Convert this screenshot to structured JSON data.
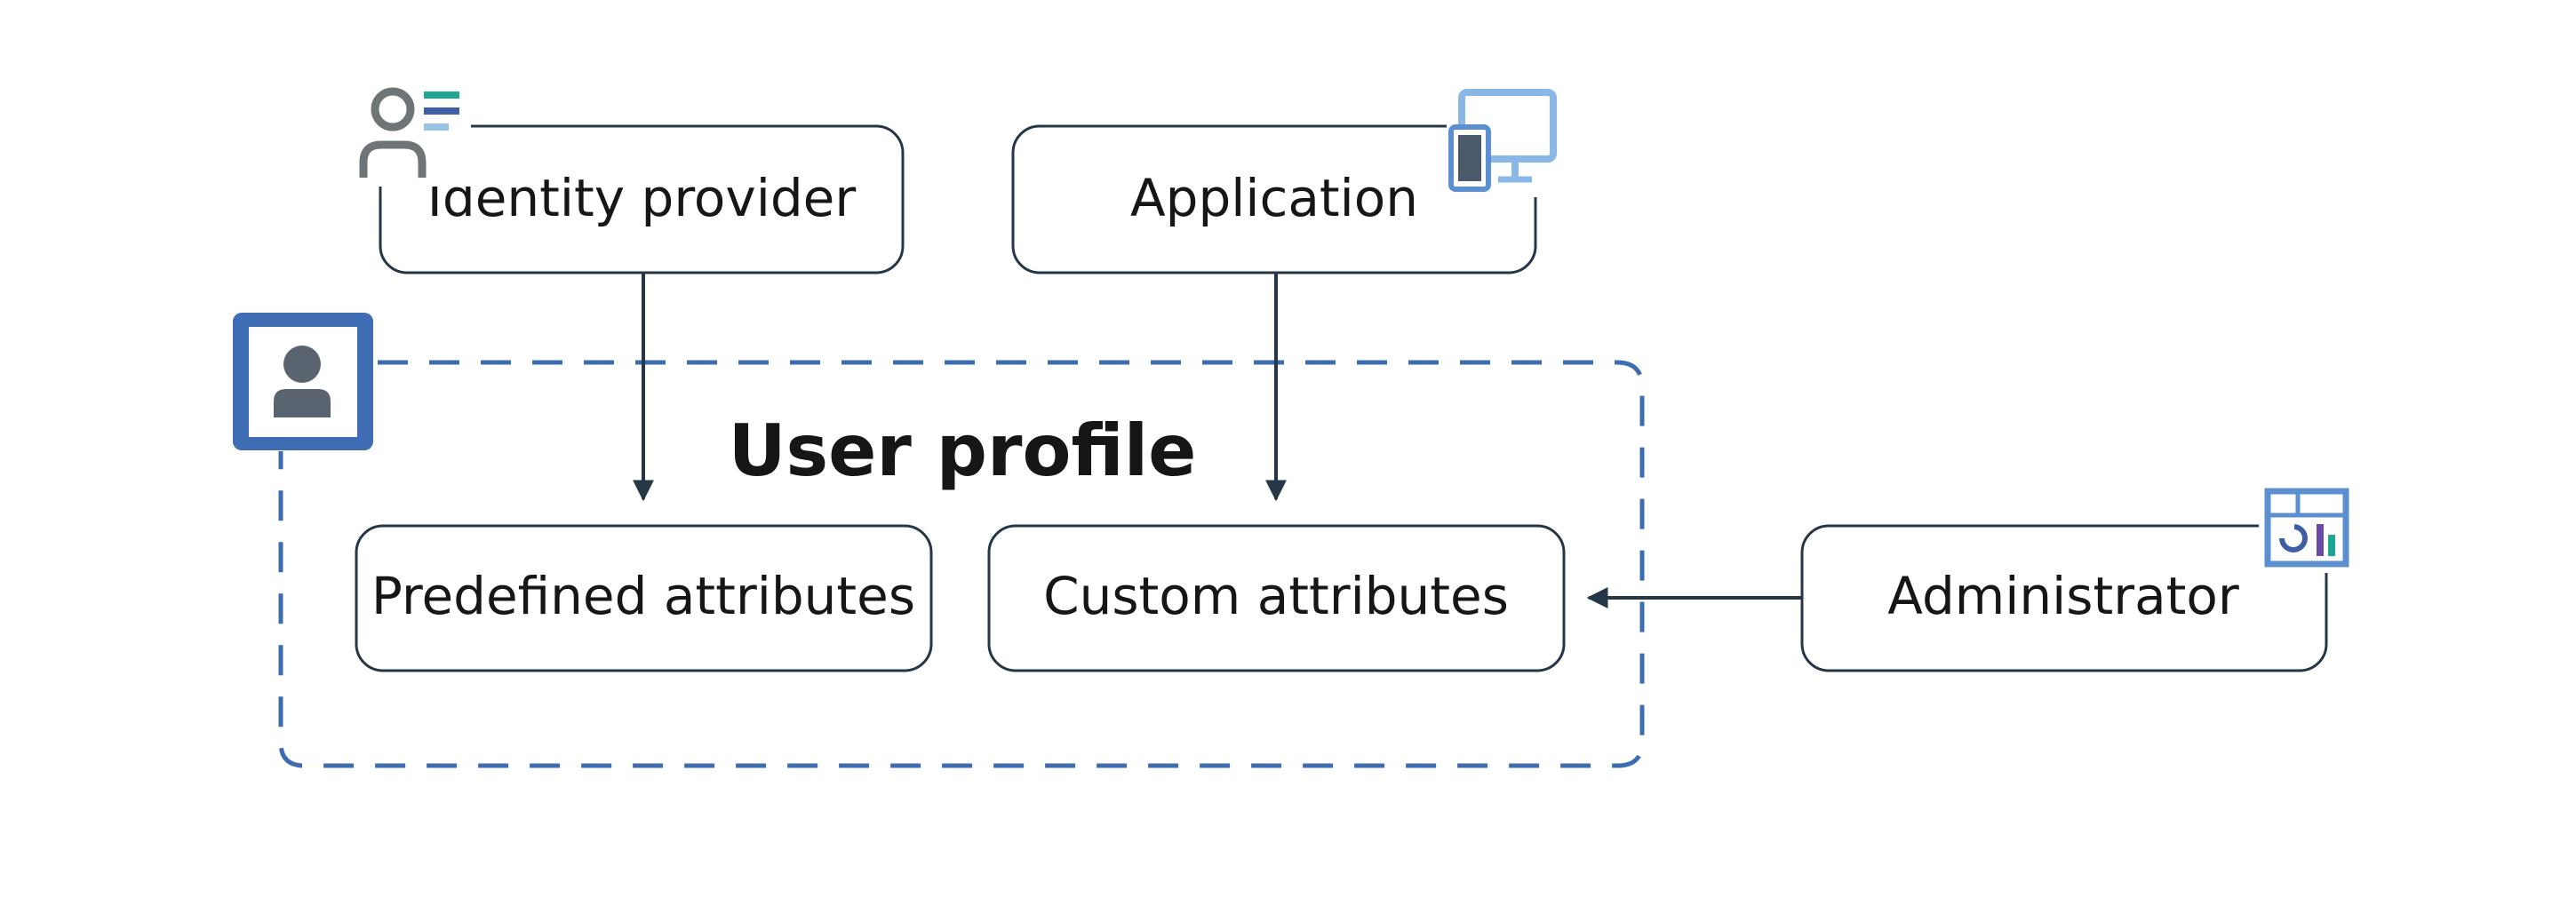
{
  "diagram": {
    "group": {
      "title": "User profile",
      "icon": "user-profile-icon",
      "border_color": "#3d6cb0"
    },
    "nodes": {
      "identity_provider": {
        "label": "Identity provider",
        "icon": "identity-provider-icon"
      },
      "application": {
        "label": "Application",
        "icon": "desktop-mobile-icon"
      },
      "predefined": {
        "label": "Predefined attributes"
      },
      "custom": {
        "label": "Custom attributes"
      },
      "administrator": {
        "label": "Administrator",
        "icon": "dashboard-icon"
      }
    },
    "edges": [
      {
        "from": "Identity provider",
        "to": "Predefined attributes"
      },
      {
        "from": "Application",
        "to": "Custom attributes"
      },
      {
        "from": "Administrator",
        "to": "Custom attributes"
      }
    ],
    "colors": {
      "line": "#253746",
      "text": "#161616",
      "profile_blue": "#3f6db3",
      "icon_gray": "#6f7477",
      "icon_teal": "#1fa594",
      "icon_light_blue": "#8ab8e6"
    }
  }
}
